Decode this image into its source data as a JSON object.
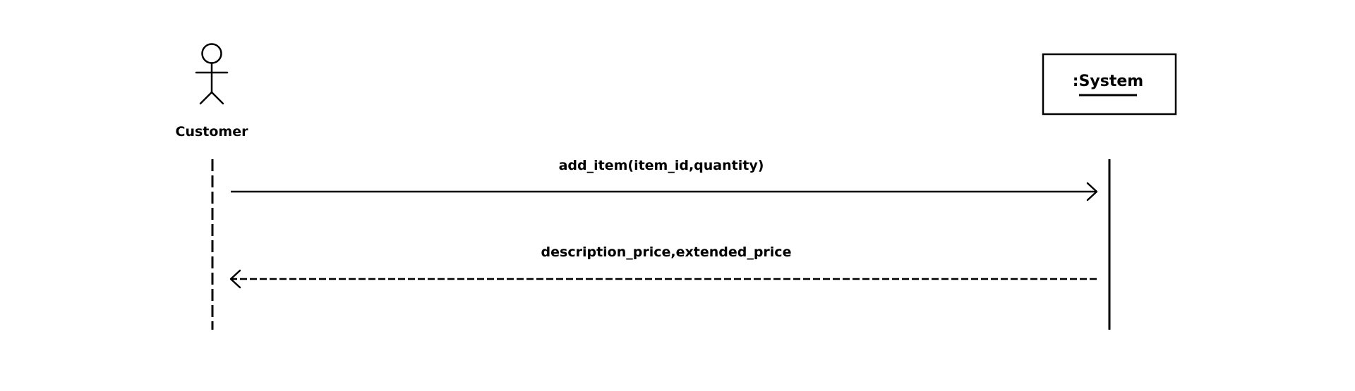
{
  "diagram": {
    "participants": [
      {
        "kind": "actor",
        "label": "Customer",
        "lifeline": "dashed"
      },
      {
        "kind": "object",
        "label": ":System",
        "lifeline": "solid"
      }
    ],
    "messages": [
      {
        "label": "add_item(item_id,quantity)",
        "from": "Customer",
        "to": ":System",
        "style": "solid"
      },
      {
        "label": "description_price,extended_price",
        "from": ":System",
        "to": "Customer",
        "style": "dashed"
      }
    ],
    "colors": {
      "stroke": "#000000",
      "background": "#ffffff"
    }
  }
}
